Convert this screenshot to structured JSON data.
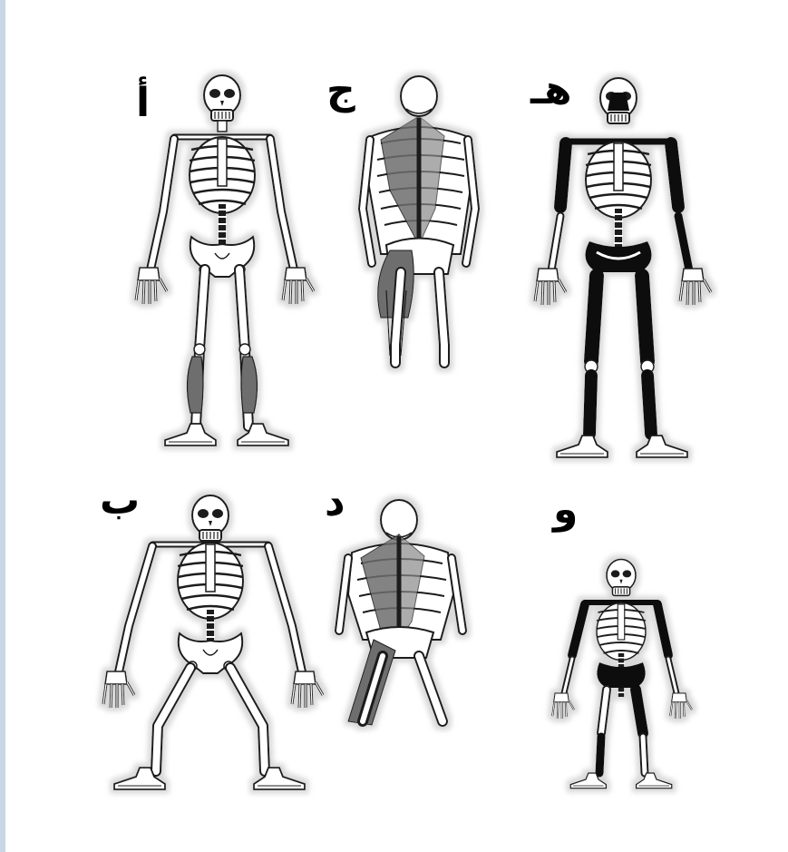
{
  "labels": {
    "a": "أ",
    "b": "ب",
    "j": "ج",
    "d": "د",
    "h": "هـ",
    "w": "و"
  },
  "colors": {
    "bone_fill": "#ffffff",
    "bone_outline": "#1a1a1a",
    "muscle": "#6e6e6e",
    "dark_bone": "#111111",
    "halo": "#d9d9d9",
    "side_strip": "#c9d6e6"
  }
}
